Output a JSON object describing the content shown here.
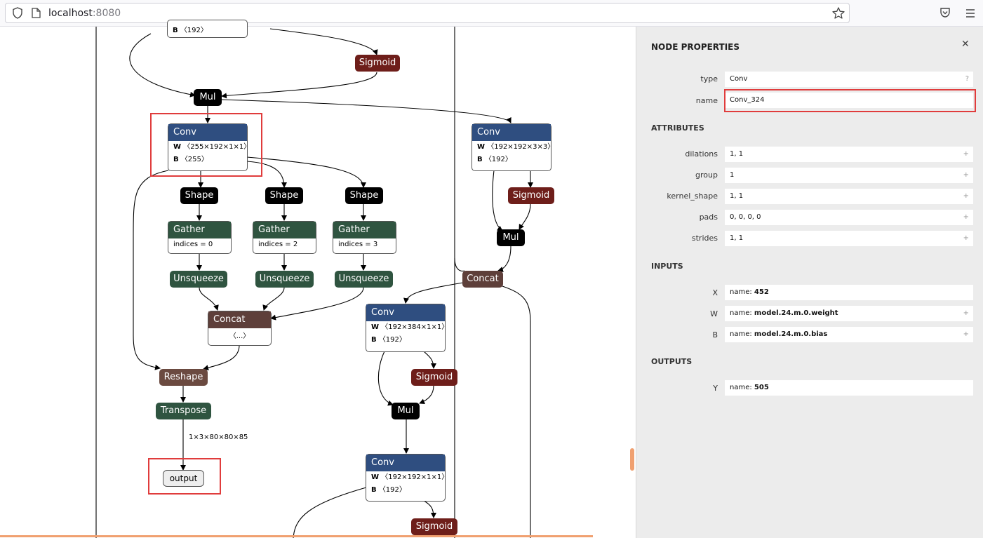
{
  "browser": {
    "url_host": "localhost",
    "url_port": ":8080",
    "icons": [
      "shield-icon",
      "page-icon",
      "star-icon",
      "pocket-icon",
      "menu-icon"
    ]
  },
  "graph": {
    "top_bias": {
      "label": "B",
      "shape": "〈192〉"
    },
    "sigmoid_top": "Sigmoid",
    "mul_top": "Mul",
    "conv_main": {
      "title": "Conv",
      "w_label": "W",
      "w_shape": "〈255×192×1×1〉",
      "b_label": "B",
      "b_shape": "〈255〉"
    },
    "shape_nodes": [
      "Shape",
      "Shape",
      "Shape"
    ],
    "gather_nodes": [
      {
        "title": "Gather",
        "attr": "indices = 0"
      },
      {
        "title": "Gather",
        "attr": "indices = 2"
      },
      {
        "title": "Gather",
        "attr": "indices = 3"
      }
    ],
    "unsqueeze_nodes": [
      "Unsqueeze",
      "Unsqueeze",
      "Unsqueeze"
    ],
    "concat_left": {
      "title": "Concat",
      "body": "〈...〉"
    },
    "reshape": "Reshape",
    "transpose": "Transpose",
    "edge_label": "1×3×80×80×85",
    "output": "output",
    "conv_right": {
      "title": "Conv",
      "w_label": "W",
      "w_shape": "〈192×192×3×3〉",
      "b_label": "B",
      "b_shape": "〈192〉"
    },
    "sigmoid_right": "Sigmoid",
    "mul_right": "Mul",
    "concat_right": "Concat",
    "conv_mid": {
      "title": "Conv",
      "w_label": "W",
      "w_shape": "〈192×384×1×1〉",
      "b_label": "B",
      "b_shape": "〈192〉"
    },
    "sigmoid_mid": "Sigmoid",
    "mul_mid": "Mul",
    "conv_bottom": {
      "title": "Conv",
      "w_label": "W",
      "w_shape": "〈192×192×1×1〉",
      "b_label": "B",
      "b_shape": "〈192〉"
    },
    "sigmoid_bottom": "Sigmoid"
  },
  "panel": {
    "title": "NODE PROPERTIES",
    "close": "✕",
    "type_label": "type",
    "type_value": "Conv",
    "type_help": "?",
    "name_label": "name",
    "name_value": "Conv_324",
    "attributes_title": "ATTRIBUTES",
    "attributes": [
      {
        "label": "dilations",
        "value": "1, 1"
      },
      {
        "label": "group",
        "value": "1"
      },
      {
        "label": "kernel_shape",
        "value": "1, 1"
      },
      {
        "label": "pads",
        "value": "0, 0, 0, 0"
      },
      {
        "label": "strides",
        "value": "1, 1"
      }
    ],
    "inputs_title": "INPUTS",
    "inputs": [
      {
        "label": "X",
        "prefix": "name: ",
        "value": "452"
      },
      {
        "label": "W",
        "prefix": "name: ",
        "value": "model.24.m.0.weight"
      },
      {
        "label": "B",
        "prefix": "name: ",
        "value": "model.24.m.0.bias"
      }
    ],
    "outputs_title": "OUTPUTS",
    "outputs": [
      {
        "label": "Y",
        "prefix": "name: ",
        "value": "505"
      }
    ],
    "plus": "+"
  }
}
